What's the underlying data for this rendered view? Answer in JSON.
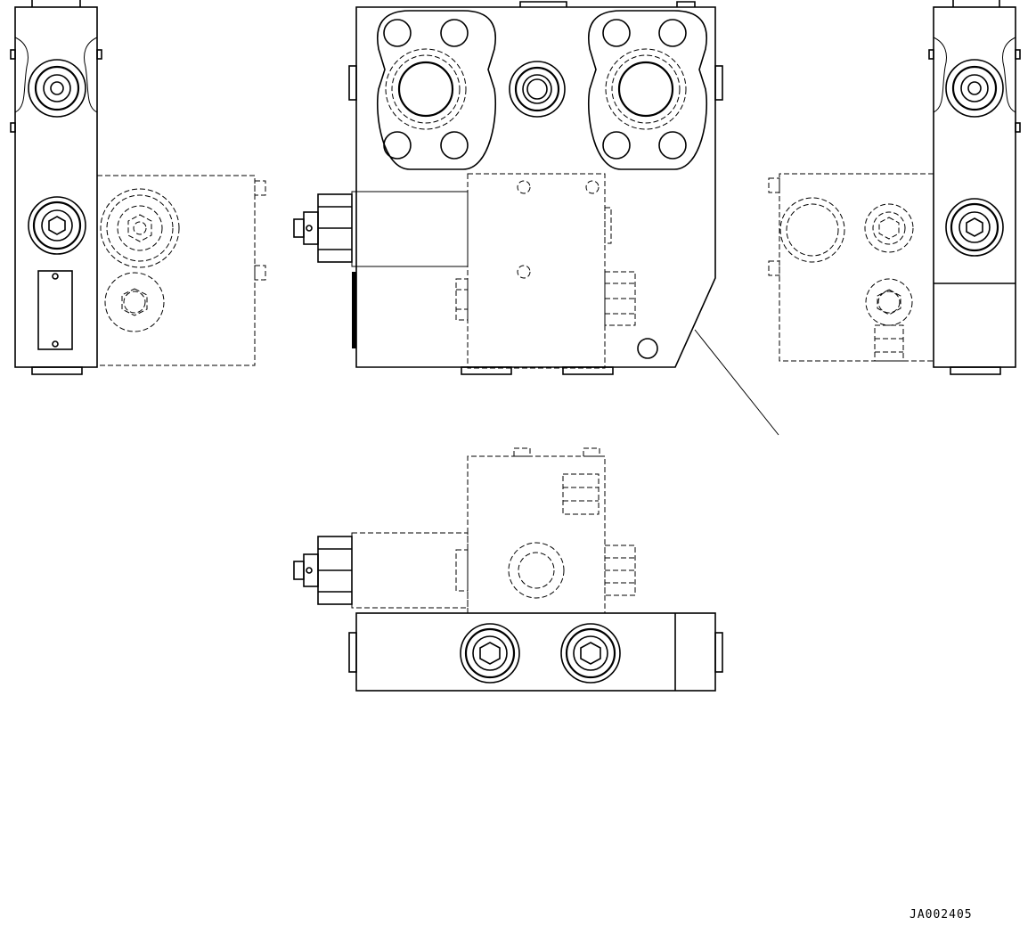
{
  "drawing": {
    "code": "JA002405",
    "ink_color": "#000000",
    "background_color": "#ffffff",
    "views": [
      "left-side-view",
      "front-view",
      "right-side-view",
      "bottom-view"
    ]
  }
}
